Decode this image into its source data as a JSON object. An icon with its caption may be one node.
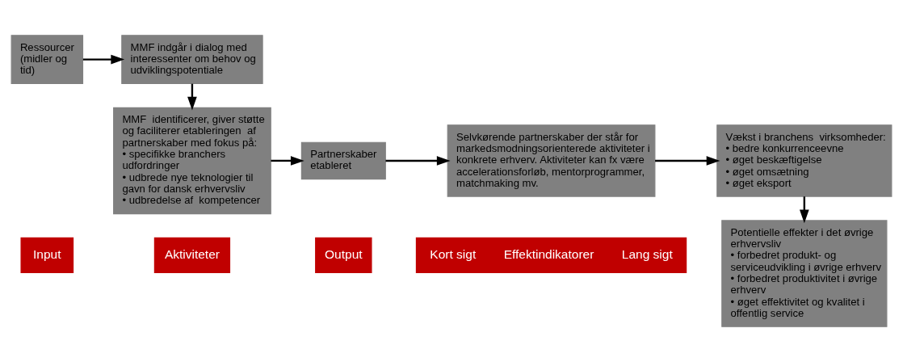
{
  "diagram": {
    "nodes": [
      {
        "text": [
          "Input"
        ]
      },
      {
        "text": [
          "Aktiviteter"
        ]
      },
      {
        "text": [
          "Output"
        ]
      },
      {
        "text": [
          "Kort sigt",
          "Effektindikatorer",
          "Lang sigt"
        ]
      },
      {
        "text": [
          "Ressourcer (midler og tid)"
        ]
      },
      {
        "text": [
          "MMF indgår i dialog med interessenter om behov og udviklingspotentiale"
        ]
      },
      {
        "text": [
          "MMF  identificerer, giver støtte og faciliterer etableringen  af partnerskaber med fokus på:",
          "• specifikke branchers udfordringer",
          "• udbrede nye teknologier til gavn for dansk erhvervsliv",
          "• udbredelse af  kompetencer"
        ]
      },
      {
        "text": [
          "Partnerskaber etableret"
        ]
      },
      {
        "text": [
          "Selvkørende partnerskaber der står for markedsmodningsorienterede aktiviteter i konkrete erhverv. Aktiviteter kan fx være accelerationsforløb, mentorprogrammer, matchmaking mv."
        ]
      },
      {
        "text": [
          "Vækst i branchens  virksomheder:",
          "• bedre konkurrenceevne",
          "• øget beskæftigelse",
          "• øget omsætning",
          "• øget eksport"
        ]
      },
      {
        "text": [
          "Potentielle effekter i det øvrige erhvervsliv",
          "• forbedret produkt- og serviceudvikling i øvrige erhverv",
          "• forbedret produktivitet i øvrige erhverv",
          "• øget effektivitet og kvalitet i offentlig service"
        ]
      }
    ],
    "edges": [
      {
        "from": 4,
        "to": 5,
        "arrow": "to"
      },
      {
        "from": 5,
        "to": 6,
        "arrow": "to"
      },
      {
        "from": 6,
        "to": 7,
        "arrow": "to"
      },
      {
        "from": 7,
        "to": 8,
        "arrow": "to"
      },
      {
        "from": 8,
        "to": 9,
        "arrow": "to"
      },
      {
        "from": 9,
        "to": 10,
        "arrow": "to"
      }
    ]
  }
}
